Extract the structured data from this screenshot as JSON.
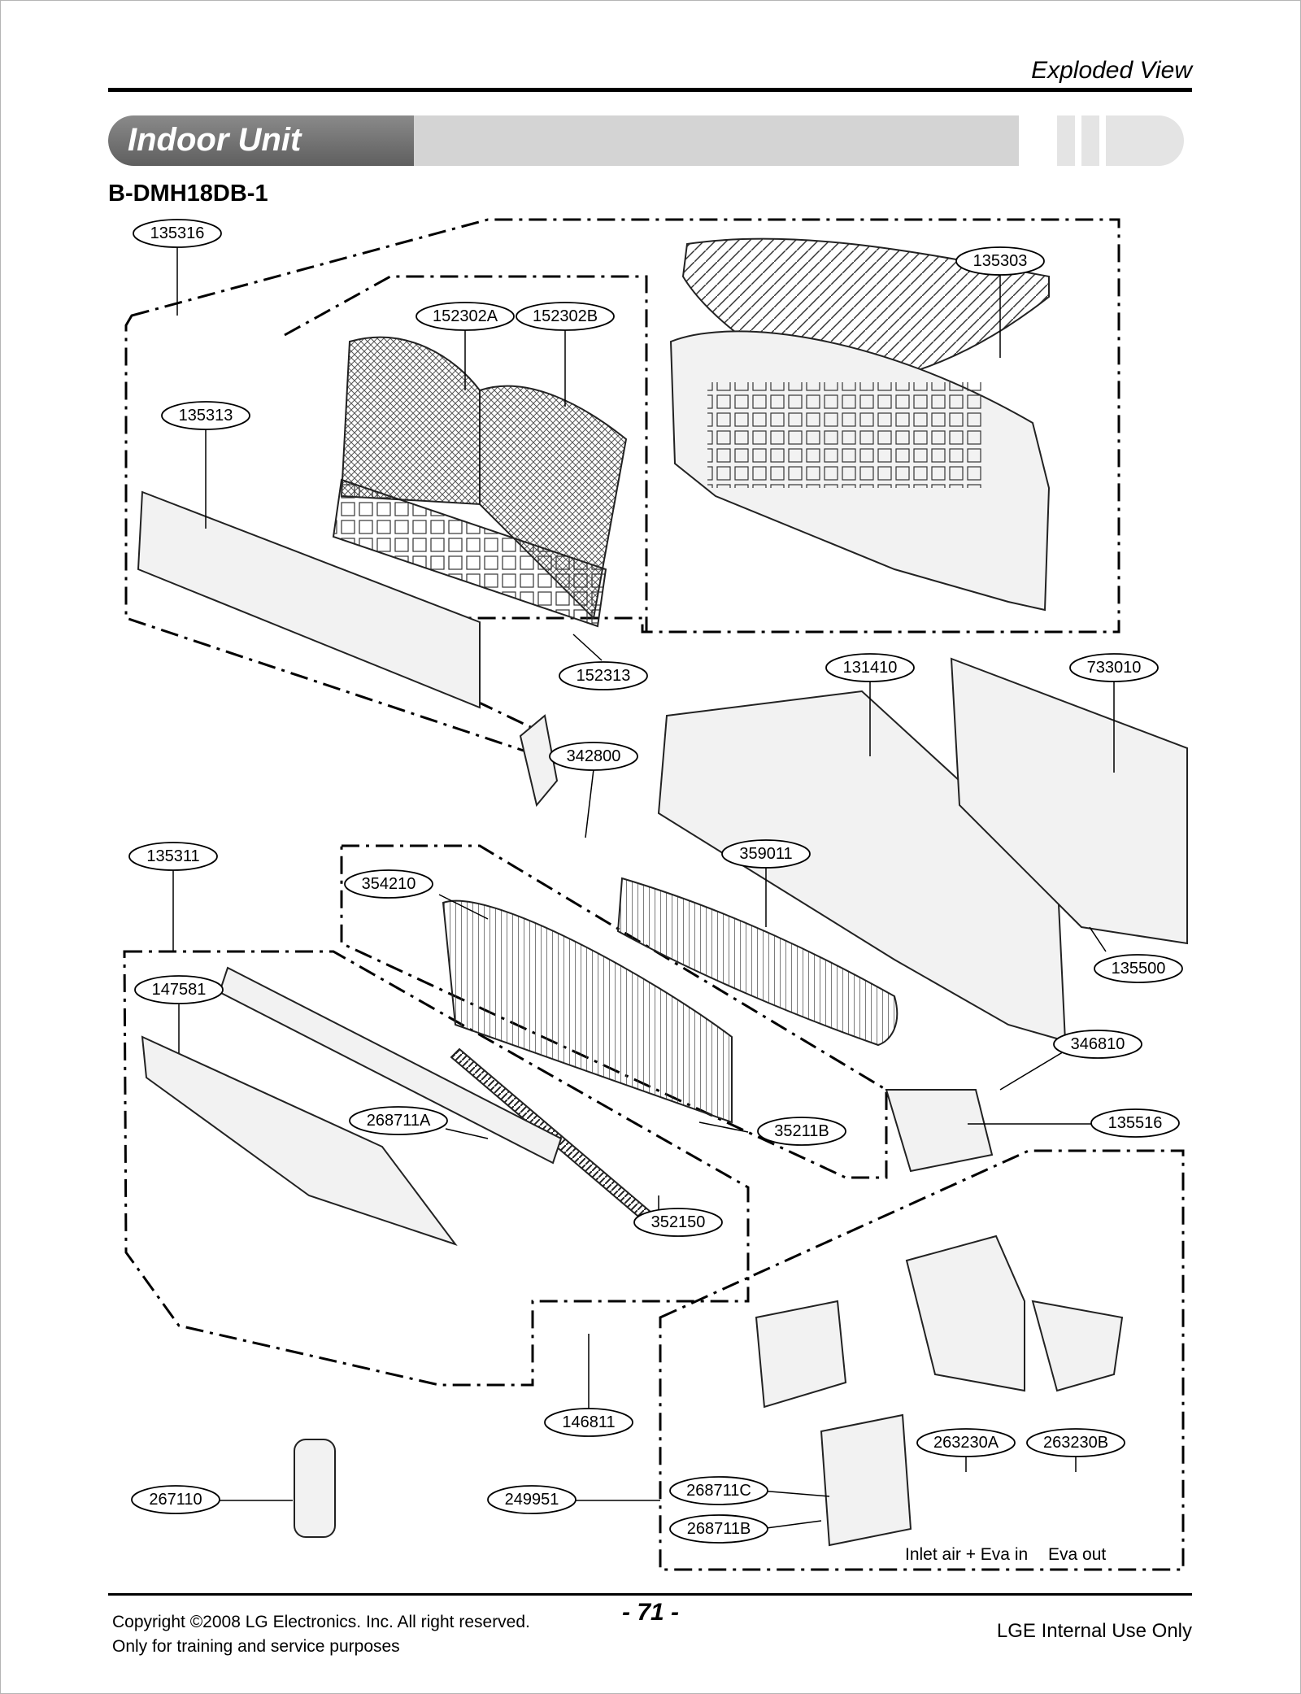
{
  "header": {
    "section_label": "Exploded View",
    "banner_title": "Indoor Unit",
    "model": "B-DMH18DB-1"
  },
  "callouts": {
    "c135316": "135316",
    "c135303": "135303",
    "c152302A": "152302A",
    "c152302B": "152302B",
    "c135313": "135313",
    "c152313": "152313",
    "c131410": "131410",
    "c733010": "733010",
    "c342800": "342800",
    "c359011": "359011",
    "c135311": "135311",
    "c354210": "354210",
    "c135500": "135500",
    "c147581": "147581",
    "c346810": "346810",
    "c268711A": "268711A",
    "c35211B": "35211B",
    "c135516": "135516",
    "c352150": "352150",
    "c146811": "146811",
    "c263230A": "263230A",
    "c263230B": "263230B",
    "c267110": "267110",
    "c249951": "249951",
    "c268711C": "268711C",
    "c268711B": "268711B"
  },
  "notes": {
    "inlet": "Inlet air + Eva in",
    "outlet": "Eva out"
  },
  "footer": {
    "copyright_line1": "Copyright ©2008 LG Electronics. Inc. All right reserved.",
    "copyright_line2": "Only for training and service purposes",
    "page_number": "- 71 -",
    "internal": "LGE Internal Use Only"
  }
}
